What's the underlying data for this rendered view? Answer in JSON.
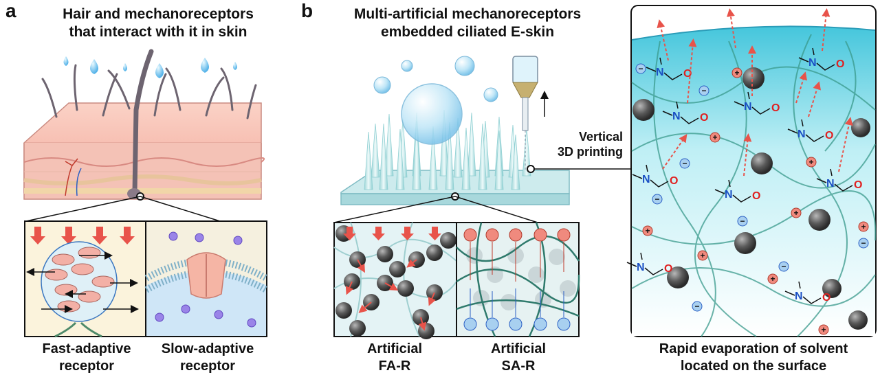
{
  "panel_a": {
    "letter": "a",
    "title_line1": "Hair and mechanoreceptors",
    "title_line2": "that interact with it in skin",
    "caption_left_line1": "Fast-adaptive",
    "caption_left_line2": "receptor",
    "caption_right_line1": "Slow-adaptive",
    "caption_right_line2": "receptor"
  },
  "panel_b": {
    "letter": "b",
    "title_line1": "Multi-artificial mechanoreceptors",
    "title_line2": "embedded ciliated E-skin",
    "printing_label_line1": "Vertical",
    "printing_label_line2": "3D printing",
    "caption_left_line1": "Artificial",
    "caption_left_line2": "FA-R",
    "caption_right_line1": "Artificial",
    "caption_right_line2": "SA-R"
  },
  "panel_c": {
    "caption_line1": "Rapid evaporation of solvent",
    "caption_line2": "located on the surface",
    "molecule_atom_N": "N",
    "molecule_atom_O": "O",
    "ion_plus": "+",
    "ion_minus": "−"
  },
  "colors": {
    "arrow_red": "#e8534a",
    "skin_pink": "#f3b9b0",
    "liquid_cyan": "#5fd0e0",
    "fiber_teal": "#3a9a8c",
    "particle_gray": "#555555",
    "nitrogen_blue": "#1a4fc4",
    "oxygen_red": "#e02020"
  }
}
